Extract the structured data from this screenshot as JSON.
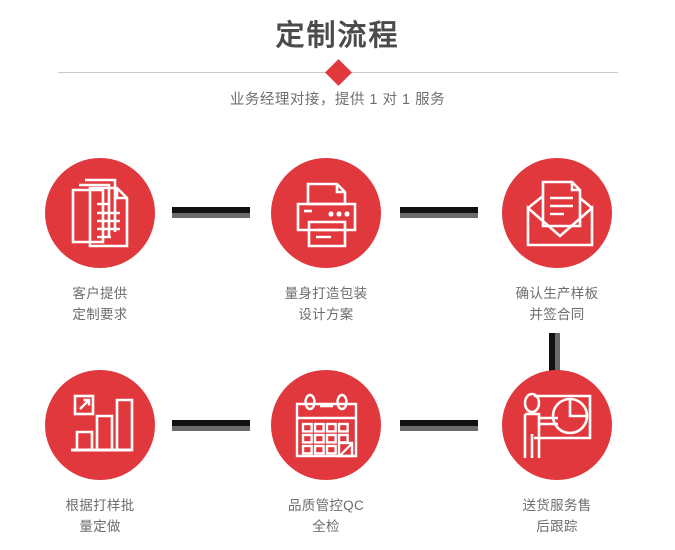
{
  "header": {
    "title": "定制流程",
    "subtitle": "业务经理对接，提供 1 对 1 服务",
    "accent_color": "#e0383c",
    "title_color": "#4b4b4b",
    "subtitle_color": "#6f6f6f",
    "divider_color": "#c9c9c9"
  },
  "connectors": {
    "bar_dark_color": "#111111",
    "bar_light_color": "#6b6b6b"
  },
  "steps": [
    {
      "index": "1",
      "icon": "documents-icon",
      "label": "客户提供\n定制要求"
    },
    {
      "index": "2",
      "icon": "printer-icon",
      "label": "量身打造包装\n设计方案"
    },
    {
      "index": "3",
      "icon": "envelope-icon",
      "label": "确认生产样板\n并签合同"
    },
    {
      "index": "4",
      "icon": "bar-chart-icon",
      "label": "根据打样批\n量定做"
    },
    {
      "index": "5",
      "icon": "calendar-icon",
      "label": "品质管控QC\n全检"
    },
    {
      "index": "6",
      "icon": "presentation-icon",
      "label": "送货服务售\n后跟踪"
    }
  ]
}
